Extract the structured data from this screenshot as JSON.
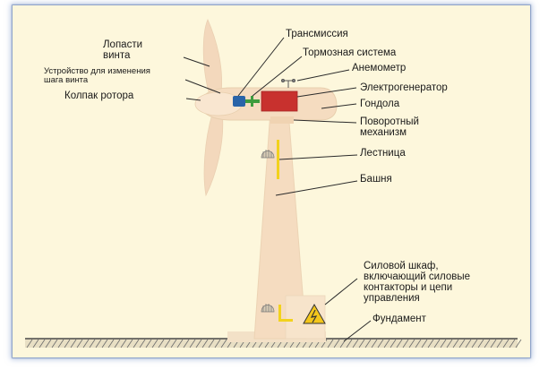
{
  "labels": {
    "blades": "Лопасти\nвинта",
    "pitch_device": "Устройство для изменения\nшага винта",
    "rotor_cap": "Колпак ротора",
    "transmission": "Трансмиссия",
    "brake": "Тормозная система",
    "anemometer": "Анемометр",
    "generator": "Электрогенератор",
    "nacelle": "Гондола",
    "yaw": "Поворотный\nмеханизм",
    "ladder": "Лестница",
    "tower": "Башня",
    "cabinet": "Силовой шкаф,\nвключающий силовые\nконтакторы и цепи\nуправления",
    "foundation": "Фундамент"
  },
  "colors": {
    "background": "#fdf7dc",
    "turbine": "#f5dcc0",
    "generator": "#c8312e",
    "transmission": "#2a64a8",
    "shaft": "#3e9c3e",
    "ladder": "#f2d21c",
    "warning": "#f3c61b"
  },
  "icons": {
    "cabinet": "high-voltage-warning-icon"
  }
}
